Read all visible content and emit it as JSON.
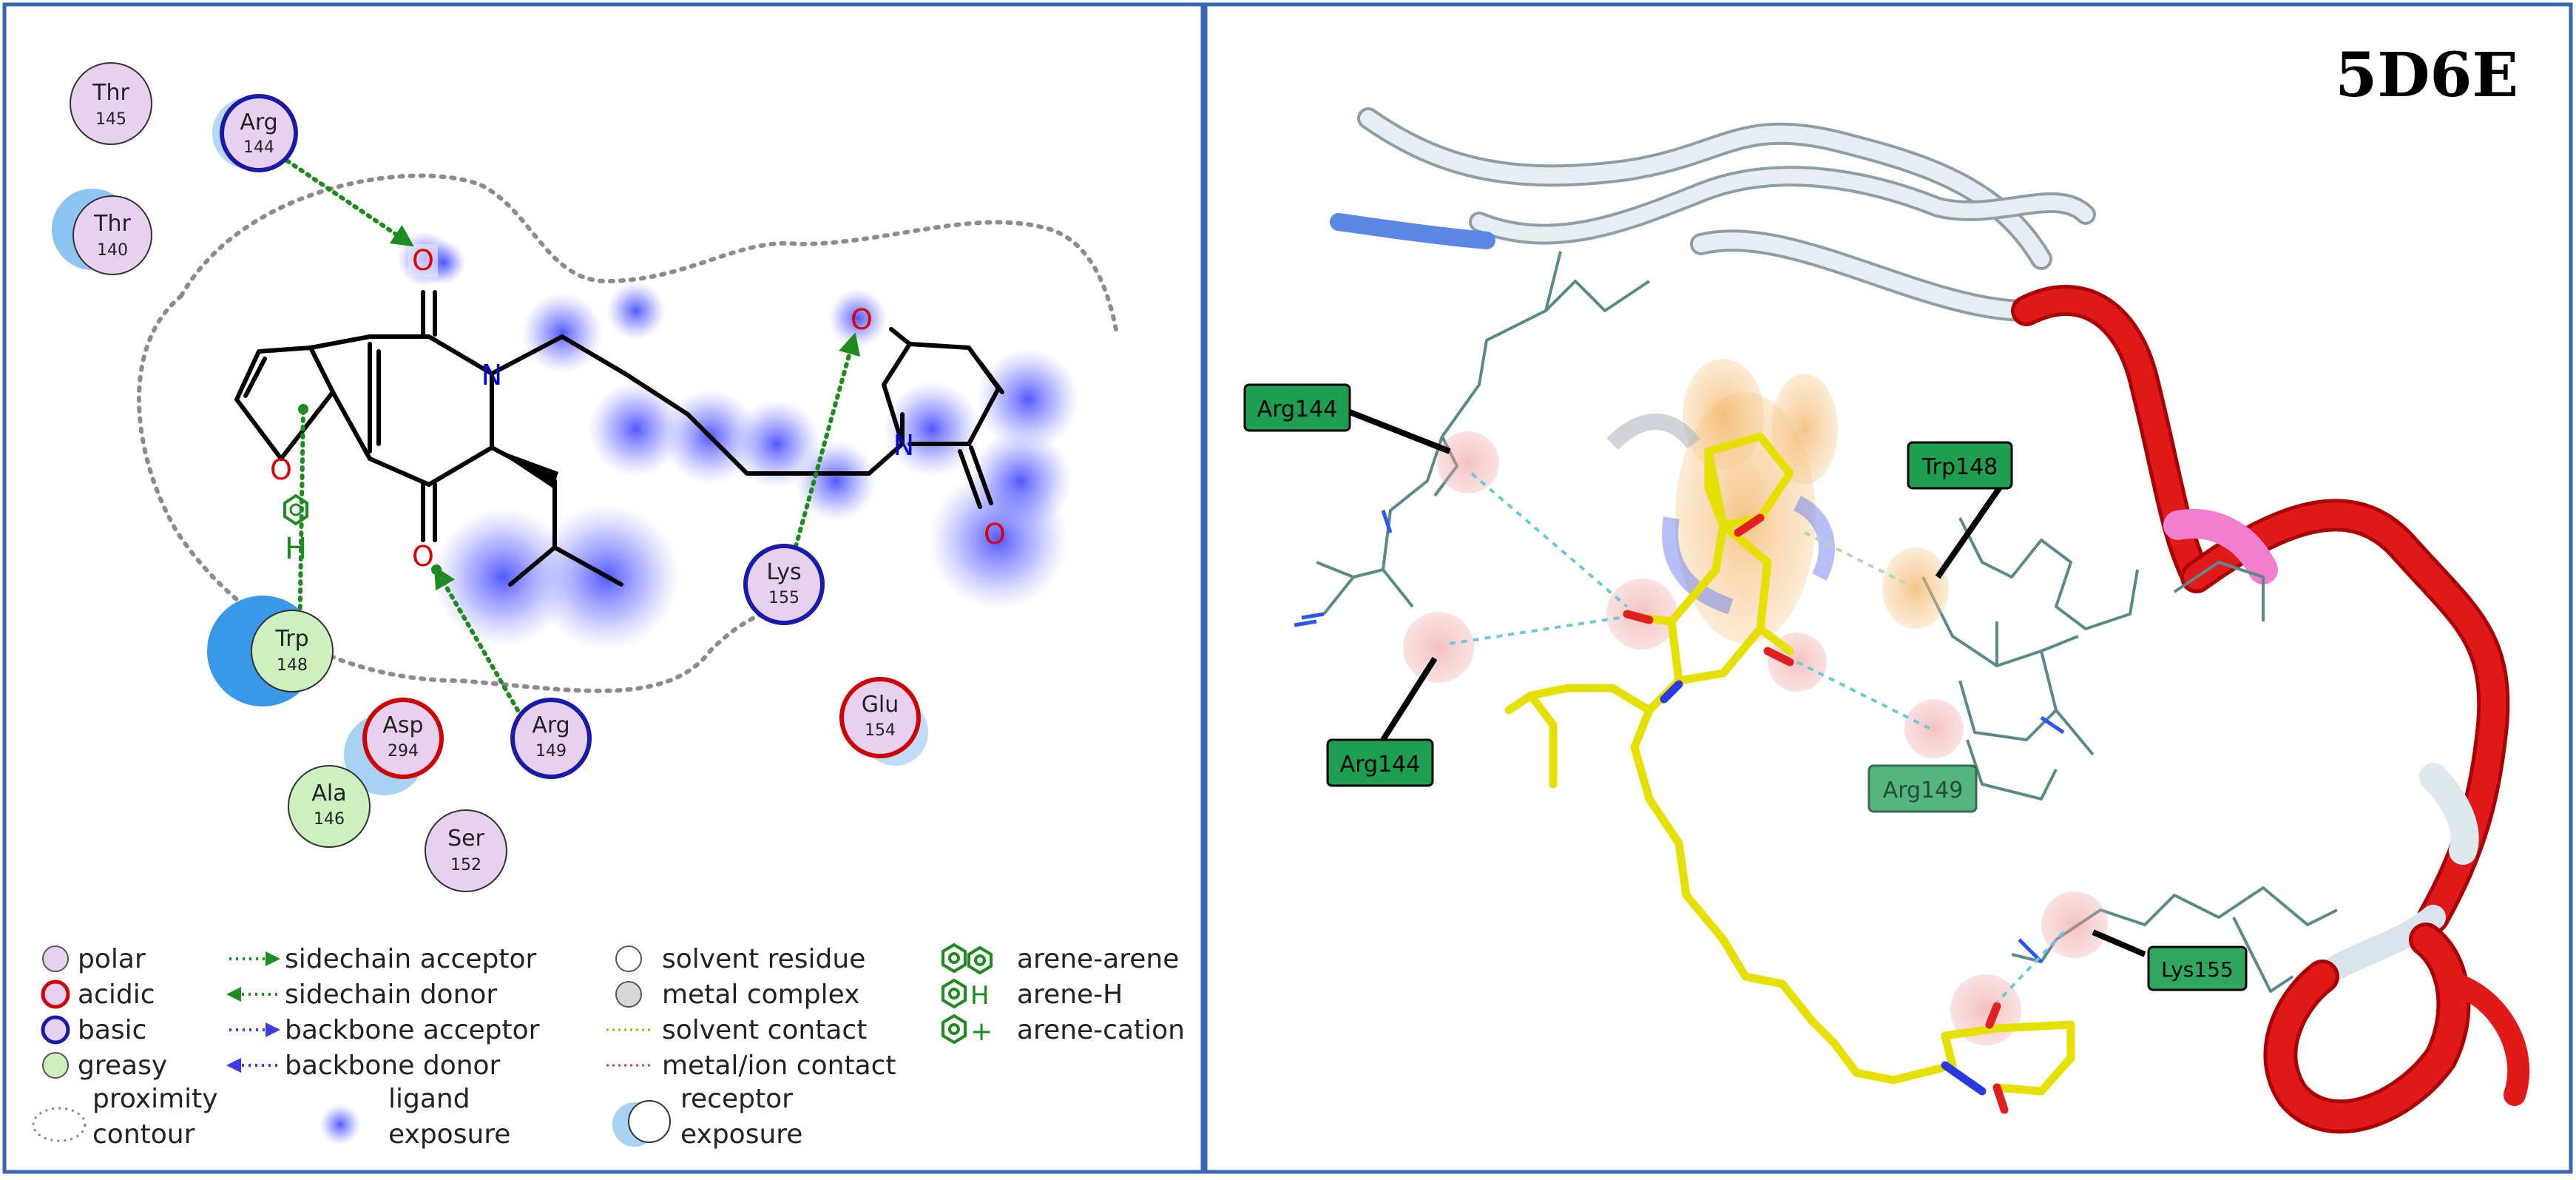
{
  "pdb_id": "5D6E",
  "colors": {
    "frame": "#3a66b8",
    "polar_fill": "#e8d0f0",
    "acidic_ring": "#cc0000",
    "basic_ring": "#1a1aa8",
    "greasy_fill": "#cdf0c0",
    "hbond": "#1f8a1f",
    "exposure_blue": "#4c52ff",
    "ligand_yellow": "#e8e000",
    "helix_red": "#dd1111",
    "residue_label_bg": "#1e9e50"
  },
  "residues_2d": [
    {
      "name": "Thr",
      "num": "145",
      "kind": "polar"
    },
    {
      "name": "Arg",
      "num": "144",
      "kind": "basic"
    },
    {
      "name": "Thr",
      "num": "140",
      "kind": "polar"
    },
    {
      "name": "Trp",
      "num": "148",
      "kind": "greasy"
    },
    {
      "name": "Asp",
      "num": "294",
      "kind": "acidic"
    },
    {
      "name": "Arg",
      "num": "149",
      "kind": "basic"
    },
    {
      "name": "Ala",
      "num": "146",
      "kind": "greasy"
    },
    {
      "name": "Ser",
      "num": "152",
      "kind": "polar"
    },
    {
      "name": "Lys",
      "num": "155",
      "kind": "basic"
    },
    {
      "name": "Glu",
      "num": "154",
      "kind": "acidic"
    }
  ],
  "atoms": {
    "o": "O",
    "n": "N",
    "h": "H"
  },
  "legend": {
    "polar": "polar",
    "acidic": "acidic",
    "basic": "basic",
    "greasy": "greasy",
    "proximity_1": "proximity",
    "proximity_2": "contour",
    "sidechain_acceptor": "sidechain acceptor",
    "sidechain_donor": "sidechain donor",
    "backbone_acceptor": "backbone acceptor",
    "backbone_donor": "backbone donor",
    "ligand_exposure_1": "ligand",
    "ligand_exposure_2": "exposure",
    "solvent_residue": "solvent residue",
    "metal_complex": "metal complex",
    "solvent_contact": "solvent contact",
    "metal_ion_contact": "metal/ion contact",
    "receptor_exposure_1": "receptor",
    "receptor_exposure_2": "exposure",
    "arene_arene": "arene-arene",
    "arene_h": "arene-H",
    "arene_cation": "arene-cation",
    "arene_h_glyph": "H",
    "arene_cation_glyph": "+"
  },
  "labels_3d": {
    "arg144_top": "Arg144",
    "arg144_bottom": "Arg144",
    "trp148": "Trp148",
    "arg149": "Arg149",
    "lys155": "Lys155"
  }
}
